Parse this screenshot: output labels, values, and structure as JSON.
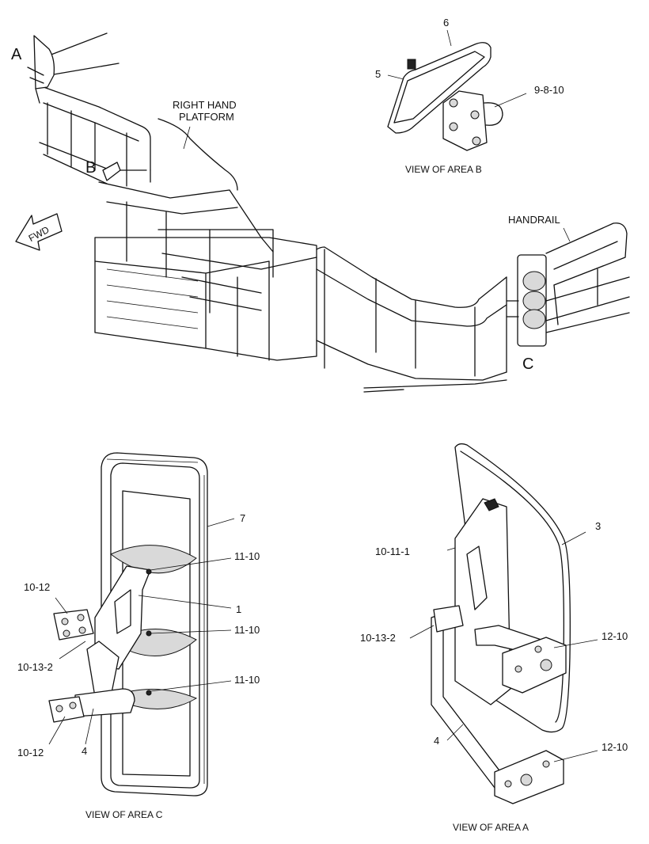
{
  "area_labels": {
    "a": "A",
    "b": "B",
    "c": "C"
  },
  "overview": {
    "platform_label_1": "RIGHT HAND",
    "platform_label_2": "PLATFORM",
    "handrail_label": "HANDRAIL",
    "fwd_label": "FWD"
  },
  "view_b": {
    "caption": "VIEW OF AREA B",
    "callouts": {
      "c6": "6",
      "c5": "5",
      "c9810": "9-8-10"
    }
  },
  "view_c": {
    "caption": "VIEW OF AREA C",
    "callouts": {
      "c7": "7",
      "c1110a": "11-10",
      "c1": "1",
      "c1110b": "11-10",
      "c1110c": "11-10",
      "c1012a": "10-12",
      "c10132": "10-13-2",
      "c1012b": "10-12",
      "c4": "4"
    }
  },
  "view_a": {
    "caption": "VIEW OF AREA A",
    "callouts": {
      "c3": "3",
      "c10111": "10-11-1",
      "c10132": "10-13-2",
      "c1210a": "12-10",
      "c4": "4",
      "c1210b": "12-10"
    }
  }
}
